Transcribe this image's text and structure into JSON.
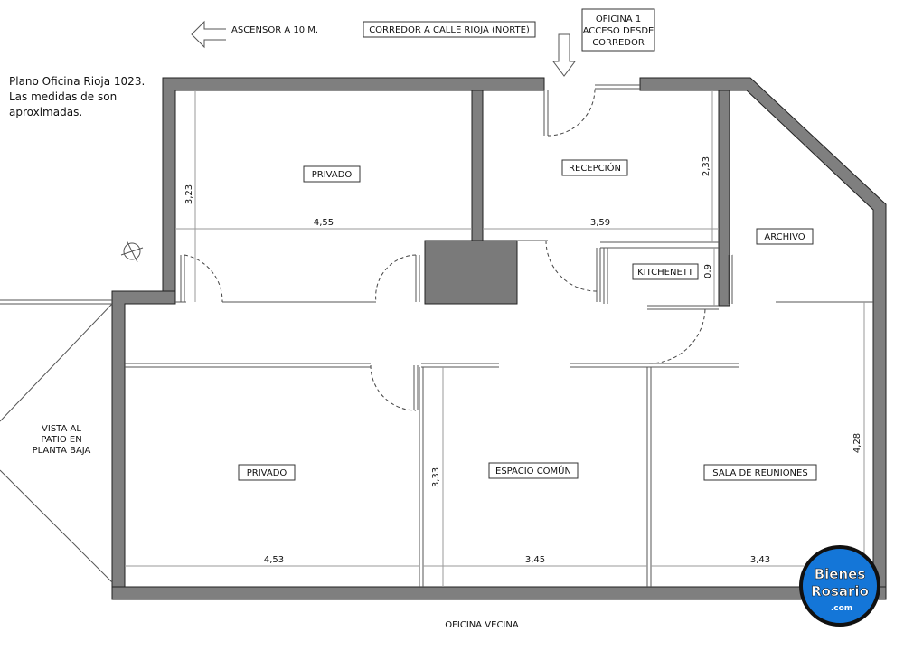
{
  "title_note": [
    "Plano Oficina Rioja 1023.",
    "Las medidas de son",
    "aproximadas."
  ],
  "top_labels": {
    "elevator": "ASCENSOR A 10 M.",
    "corridor": "CORREDOR A CALLE RIOJA (NORTE)",
    "office_access": [
      "OFICINA 1",
      "ACCESO DESDE",
      "CORREDOR"
    ]
  },
  "bottom_label": "OFICINA VECINA",
  "side_label": [
    "VISTA AL",
    "PATIO EN",
    "PLANTA BAJA"
  ],
  "rooms": {
    "privado_top": "PRIVADO",
    "recepcion": "RECEPCIÓN",
    "archivo": "ARCHIVO",
    "kitchenett": "KITCHENETT",
    "privado_bottom": "PRIVADO",
    "espacio_comun": "ESPACIO COMÚN",
    "sala_reuniones": "SALA DE REUNIONES"
  },
  "dimensions": {
    "privado_top_height": "3,23",
    "privado_top_width": "4,55",
    "recepcion_width": "3,59",
    "recepcion_height": "2,33",
    "kitchen_height": "0,9",
    "privado_bottom_width": "4,53",
    "espacio_height": "3,33",
    "espacio_width": "3,45",
    "sala_width": "3,43",
    "sala_height": "4,28"
  },
  "logo": {
    "line1": "Bienes",
    "line2": "Rosario",
    "line3": ".com",
    "bg": "#1476d8"
  },
  "colors": {
    "wall": "#7f7f7f",
    "column": "#7a7a7a"
  },
  "icons": {
    "elevator_arrow": "arrow-left-icon",
    "entry_arrow": "arrow-down-icon",
    "compass": "compass-icon"
  }
}
